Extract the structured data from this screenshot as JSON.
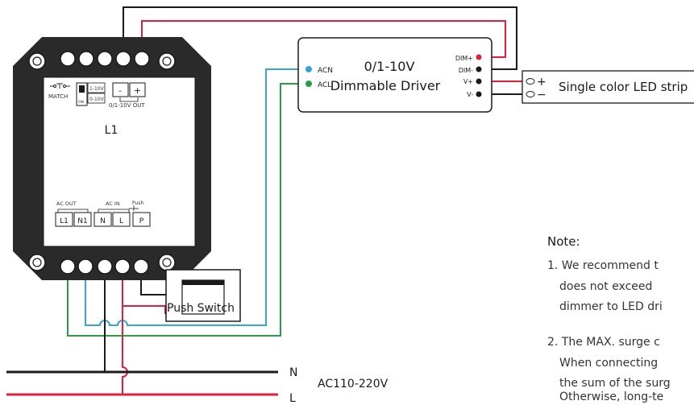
{
  "module": {
    "match_label": "MATCH",
    "switch_top": "1-10V",
    "switch_bottom": "0-10V",
    "switch_on": "ON",
    "out_minus": "-",
    "out_plus": "+",
    "out_label": "0/1-10V OUT",
    "title": "L1",
    "ac_out_label": "AC OUT",
    "ac_in_label": "AC IN",
    "push_label": "Push",
    "terminals": [
      "L1",
      "N1",
      "N",
      "L",
      "P"
    ]
  },
  "driver": {
    "acn_label": "ACN",
    "acl_label": "ACL",
    "title_line1": "0/1-10V",
    "title_line2": "Dimmable Driver",
    "dim_plus": "DIM+",
    "dim_minus": "DIM-",
    "v_plus": "V+",
    "v_minus": "V-"
  },
  "led": {
    "plus": "+",
    "minus": "−",
    "label": "Single color LED strip"
  },
  "push_switch": {
    "label": "Push Switch"
  },
  "mains": {
    "n_label": "N",
    "l_label": "L",
    "voltage_label": "AC110-220V"
  },
  "note": {
    "heading": "Note:",
    "item1_line1": "1. We recommend t",
    "item1_line2": "does not exceed",
    "item1_line3": "dimmer to LED dri",
    "item2_line1": "2. The MAX. surge c",
    "item2_line2": "When connecting",
    "item2_line3": "the sum of the surg",
    "item2_line4": "Otherwise, long-te"
  },
  "colors": {
    "red": "#e01f3d",
    "black": "#1a1a1a",
    "blue": "#3aa3d8",
    "green": "#2e9b4a"
  }
}
